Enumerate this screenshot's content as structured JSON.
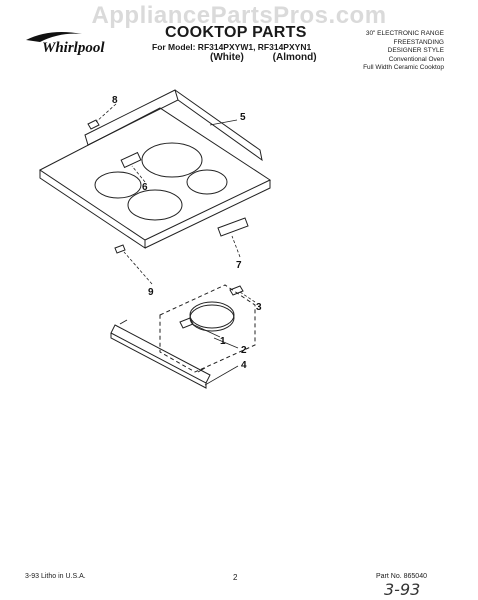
{
  "watermark": "AppliancePartsPros.com",
  "brand": "Whirlpool",
  "header": {
    "title": "COOKTOP PARTS",
    "model_line": "For Model: RF314PXYW1, RF314PXYN1",
    "variant_white": "(White)",
    "variant_almond": "(Almond)",
    "description": [
      "30\" ELECTRONIC RANGE",
      "FREESTANDING",
      "DESIGNER STYLE",
      "Conventional Oven",
      "Full Width Ceramic Cooktop"
    ]
  },
  "callouts": [
    "8",
    "5",
    "6",
    "7",
    "9",
    "3",
    "1",
    "2",
    "4"
  ],
  "footer": {
    "litho": "3-93 Litho in U.S.A.",
    "page": "2",
    "part_no": "Part No. 865040",
    "handwritten": "3-93"
  }
}
